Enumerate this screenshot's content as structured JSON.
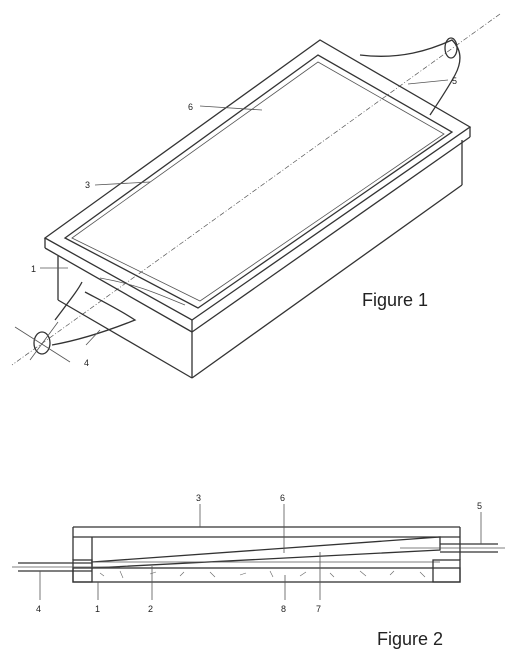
{
  "figure1": {
    "caption": "Figure 1",
    "labels": [
      "6",
      "5",
      "3",
      "1",
      "4"
    ]
  },
  "figure2": {
    "caption": "Figure 2",
    "labels": [
      "3",
      "6",
      "5",
      "4",
      "1",
      "2",
      "8",
      "7"
    ]
  }
}
